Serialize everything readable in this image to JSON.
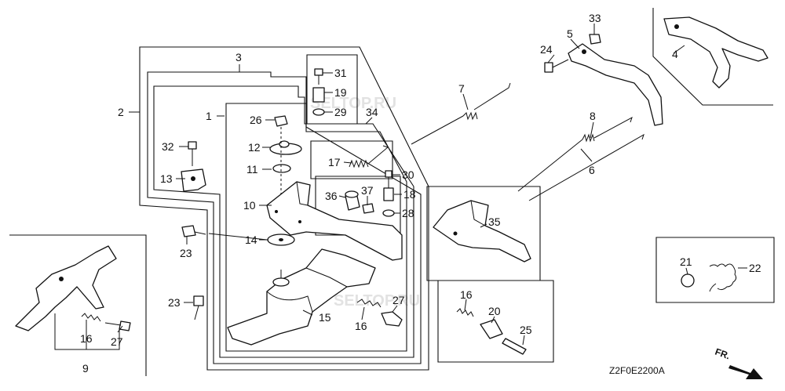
{
  "diagram_code": "Z2F0E2200A",
  "direction_label": "FR.",
  "watermark": "SELTOP.RU",
  "callouts": [
    {
      "id": "c1",
      "text": "1"
    },
    {
      "id": "c2",
      "text": "2"
    },
    {
      "id": "c3",
      "text": "3"
    },
    {
      "id": "c4",
      "text": "4"
    },
    {
      "id": "c5",
      "text": "5"
    },
    {
      "id": "c6",
      "text": "6"
    },
    {
      "id": "c7",
      "text": "7"
    },
    {
      "id": "c8",
      "text": "8"
    },
    {
      "id": "c9",
      "text": "9"
    },
    {
      "id": "c10",
      "text": "10"
    },
    {
      "id": "c11",
      "text": "11"
    },
    {
      "id": "c12",
      "text": "12"
    },
    {
      "id": "c13",
      "text": "13"
    },
    {
      "id": "c14",
      "text": "14"
    },
    {
      "id": "c15",
      "text": "15"
    },
    {
      "id": "c16a",
      "text": "16"
    },
    {
      "id": "c16b",
      "text": "16"
    },
    {
      "id": "c16c",
      "text": "16"
    },
    {
      "id": "c17",
      "text": "17"
    },
    {
      "id": "c18",
      "text": "18"
    },
    {
      "id": "c19",
      "text": "19"
    },
    {
      "id": "c20",
      "text": "20"
    },
    {
      "id": "c21",
      "text": "21"
    },
    {
      "id": "c22",
      "text": "22"
    },
    {
      "id": "c23a",
      "text": "23"
    },
    {
      "id": "c23b",
      "text": "23"
    },
    {
      "id": "c24",
      "text": "24"
    },
    {
      "id": "c25",
      "text": "25"
    },
    {
      "id": "c26",
      "text": "26"
    },
    {
      "id": "c27a",
      "text": "27"
    },
    {
      "id": "c27b",
      "text": "27"
    },
    {
      "id": "c28",
      "text": "28"
    },
    {
      "id": "c29",
      "text": "29"
    },
    {
      "id": "c30",
      "text": "30"
    },
    {
      "id": "c31",
      "text": "31"
    },
    {
      "id": "c32",
      "text": "32"
    },
    {
      "id": "c33",
      "text": "33"
    },
    {
      "id": "c34",
      "text": "34"
    },
    {
      "id": "c35",
      "text": "35"
    },
    {
      "id": "c36",
      "text": "36"
    },
    {
      "id": "c37",
      "text": "37"
    }
  ]
}
